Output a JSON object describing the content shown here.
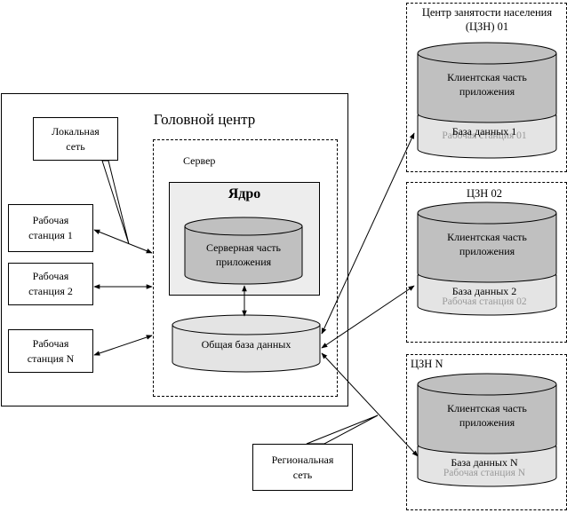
{
  "head": {
    "title": "Головной центр",
    "lan_callout": [
      "Локальная",
      "сеть"
    ],
    "server_label": "Сервер",
    "core_title": "Ядро",
    "server_app": [
      "Серверная часть",
      "приложения"
    ],
    "common_db": "Общая база данных",
    "workstations": [
      [
        "Рабочая",
        "станция 1"
      ],
      [
        "Рабочая",
        "станция 2"
      ],
      [
        "Рабочая",
        "станция N"
      ]
    ]
  },
  "wan_callout": [
    "Региональная",
    "сеть"
  ],
  "regions": [
    {
      "title": [
        "Центр занятости населения",
        "(ЦЗН) 01"
      ],
      "client_app": [
        "Клиентская часть",
        "приложения"
      ],
      "db": "База данных 1",
      "workstation": "Рабочая станция 01"
    },
    {
      "title": [
        "ЦЗН 02"
      ],
      "client_app": [
        "Клиентская часть",
        "приложения"
      ],
      "db": "База данных 2",
      "workstation": "Рабочая станция 02"
    },
    {
      "title": [
        "ЦЗН N"
      ],
      "client_app": [
        "Клиентская часть",
        "приложения"
      ],
      "db": "База данных N",
      "workstation": "Рабочая станция N"
    }
  ],
  "colors": {
    "core_fill": "#ededed",
    "cylinder_dark": "#c0c0c0",
    "cylinder_light": "#e4e4e4",
    "ghost_text": "#9a9a9a"
  }
}
